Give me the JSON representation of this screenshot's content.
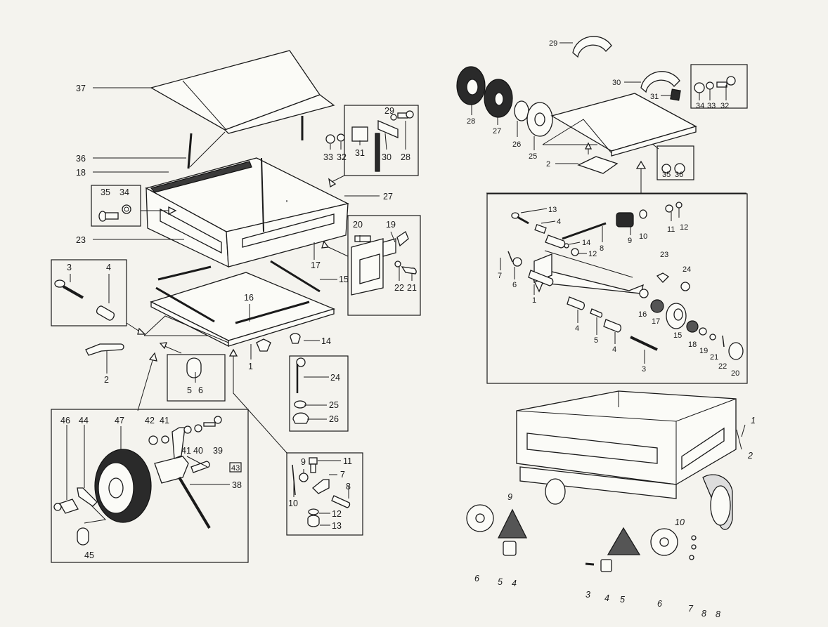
{
  "figure": {
    "title": "Exploded parts diagram — small utility trailer",
    "background": "#f4f3ee",
    "ink": "#1a1a1a"
  },
  "panels": {
    "body_assembly": {
      "callouts": [
        {
          "id": "b37",
          "label": "37",
          "part": "cover"
        },
        {
          "id": "b36",
          "label": "36",
          "part": "cover-support-rod"
        },
        {
          "id": "b18",
          "label": "18",
          "part": "front-panel"
        },
        {
          "id": "b35",
          "label": "35",
          "part": "bolt"
        },
        {
          "id": "b34",
          "label": "34",
          "part": "nut"
        },
        {
          "id": "b23",
          "label": "23",
          "part": "side-panel"
        },
        {
          "id": "b27",
          "label": "27",
          "part": "rear-corner-post"
        },
        {
          "id": "b29",
          "label": "29",
          "part": "washer"
        },
        {
          "id": "b28",
          "label": "28",
          "part": "bolt"
        },
        {
          "id": "b30",
          "label": "30",
          "part": "hinge"
        },
        {
          "id": "b31",
          "label": "31",
          "part": "plate"
        },
        {
          "id": "b33",
          "label": "33",
          "part": "nut"
        },
        {
          "id": "b32",
          "label": "32",
          "part": "spring-washer"
        },
        {
          "id": "b20",
          "label": "20",
          "part": "latch-plate"
        },
        {
          "id": "b19",
          "label": "19",
          "part": "latch"
        },
        {
          "id": "b17",
          "label": "17",
          "part": "tailgate"
        },
        {
          "id": "b22",
          "label": "22",
          "part": "washer"
        },
        {
          "id": "b21",
          "label": "21",
          "part": "screw"
        },
        {
          "id": "b15",
          "label": "15",
          "part": "floor-strip"
        },
        {
          "id": "b16",
          "label": "16",
          "part": "floor-strip"
        },
        {
          "id": "b14",
          "label": "14",
          "part": "rubber-buffer"
        },
        {
          "id": "b1",
          "label": "1",
          "part": "chassis-floor"
        },
        {
          "id": "b3",
          "label": "3",
          "part": "bolt"
        },
        {
          "id": "b4",
          "label": "4",
          "part": "sleeve"
        },
        {
          "id": "b2",
          "label": "2",
          "part": "coupling"
        },
        {
          "id": "b5",
          "label": "5",
          "part": "nut"
        },
        {
          "id": "b6",
          "label": "6",
          "part": "washer"
        },
        {
          "id": "b24",
          "label": "24",
          "part": "hook-bolt"
        },
        {
          "id": "b25",
          "label": "25",
          "part": "washer"
        },
        {
          "id": "b26",
          "label": "26",
          "part": "wing-nut"
        },
        {
          "id": "b9",
          "label": "9",
          "part": "washer"
        },
        {
          "id": "b11",
          "label": "11",
          "part": "bolt"
        },
        {
          "id": "b7",
          "label": "7",
          "part": "bracket"
        },
        {
          "id": "b8",
          "label": "8",
          "part": "pin"
        },
        {
          "id": "b10",
          "label": "10",
          "part": "split-pin"
        },
        {
          "id": "b12",
          "label": "12",
          "part": "spring-washer"
        },
        {
          "id": "b13",
          "label": "13",
          "part": "nut"
        }
      ]
    },
    "jockey_wheel": {
      "callouts": [
        {
          "id": "j46",
          "label": "46",
          "part": "axle-bolt"
        },
        {
          "id": "j44",
          "label": "44",
          "part": "fork"
        },
        {
          "id": "j47",
          "label": "47",
          "part": "wheel"
        },
        {
          "id": "j42",
          "label": "42",
          "part": "nut"
        },
        {
          "id": "j41a",
          "label": "41",
          "part": "washer"
        },
        {
          "id": "j41b",
          "label": "41",
          "part": "washer"
        },
        {
          "id": "j40",
          "label": "40",
          "part": "washer"
        },
        {
          "id": "j39",
          "label": "39",
          "part": "bolt"
        },
        {
          "id": "j43",
          "label": "43",
          "part": "handle-screw",
          "boxed": true
        },
        {
          "id": "j38",
          "label": "38",
          "part": "support-arm"
        },
        {
          "id": "j45",
          "label": "45",
          "part": "nut"
        }
      ]
    },
    "chassis_wheels": {
      "callouts": [
        {
          "id": "c29",
          "label": "29",
          "part": "mudguard"
        },
        {
          "id": "c30",
          "label": "30",
          "part": "mudguard"
        },
        {
          "id": "c31",
          "label": "31",
          "part": "bracket"
        },
        {
          "id": "c34",
          "label": "34",
          "part": "nut"
        },
        {
          "id": "c33",
          "label": "33",
          "part": "washer"
        },
        {
          "id": "c32",
          "label": "32",
          "part": "bolt"
        },
        {
          "id": "c28",
          "label": "28",
          "part": "tyre"
        },
        {
          "id": "c27",
          "label": "27",
          "part": "inner-tube"
        },
        {
          "id": "c26",
          "label": "26",
          "part": "rim-band"
        },
        {
          "id": "c25",
          "label": "25",
          "part": "wheel-rim"
        },
        {
          "id": "c2",
          "label": "2",
          "part": "axle-bracket"
        },
        {
          "id": "c35",
          "label": "35",
          "part": "washer"
        },
        {
          "id": "c36",
          "label": "36",
          "part": "nut"
        }
      ]
    },
    "suspension_arm": {
      "callouts": [
        {
          "id": "s13",
          "label": "13",
          "part": "bolt"
        },
        {
          "id": "s4a",
          "label": "4",
          "part": "bush"
        },
        {
          "id": "s8",
          "label": "8",
          "part": "tie-rod"
        },
        {
          "id": "s9",
          "label": "9",
          "part": "rubber-block"
        },
        {
          "id": "s10",
          "label": "10",
          "part": "washer"
        },
        {
          "id": "s11",
          "label": "11",
          "part": "nut"
        },
        {
          "id": "s12a",
          "label": "12",
          "part": "nut"
        },
        {
          "id": "s14",
          "label": "14",
          "part": "washer"
        },
        {
          "id": "s12b",
          "label": "12",
          "part": "nut"
        },
        {
          "id": "s7",
          "label": "7",
          "part": "split-pin"
        },
        {
          "id": "s6",
          "label": "6",
          "part": "castle-nut"
        },
        {
          "id": "s1",
          "label": "1",
          "part": "swing-arm"
        },
        {
          "id": "s23",
          "label": "23",
          "part": "wheel-stud"
        },
        {
          "id": "s24",
          "label": "24",
          "part": "wheel-nut"
        },
        {
          "id": "s16",
          "label": "16",
          "part": "seal"
        },
        {
          "id": "s17",
          "label": "17",
          "part": "inner-bearing"
        },
        {
          "id": "s15",
          "label": "15",
          "part": "hub"
        },
        {
          "id": "s18",
          "label": "18",
          "part": "outer-bearing"
        },
        {
          "id": "s19",
          "label": "19",
          "part": "washer"
        },
        {
          "id": "s21",
          "label": "21",
          "part": "castle-nut"
        },
        {
          "id": "s22",
          "label": "22",
          "part": "split-pin"
        },
        {
          "id": "s20",
          "label": "20",
          "part": "hub-cap"
        },
        {
          "id": "s4b",
          "label": "4",
          "part": "bush"
        },
        {
          "id": "s5",
          "label": "5",
          "part": "spacer"
        },
        {
          "id": "s4c",
          "label": "4",
          "part": "bush"
        },
        {
          "id": "s3",
          "label": "3",
          "part": "pivot-bolt"
        }
      ]
    },
    "lighting": {
      "callouts": [
        {
          "id": "l1",
          "label": "1",
          "part": "plug"
        },
        {
          "id": "l2",
          "label": "2",
          "part": "cable"
        },
        {
          "id": "l9",
          "label": "9",
          "part": "lamp-bracket"
        },
        {
          "id": "l10",
          "label": "10",
          "part": "lamp-bracket"
        },
        {
          "id": "l6a",
          "label": "6",
          "part": "tail-lamp"
        },
        {
          "id": "l5a",
          "label": "5",
          "part": "reflector-triangle"
        },
        {
          "id": "l4a",
          "label": "4",
          "part": "number-plate-lamp"
        },
        {
          "id": "l3",
          "label": "3",
          "part": "screw"
        },
        {
          "id": "l4b",
          "label": "4",
          "part": "number-plate-lamp"
        },
        {
          "id": "l5b",
          "label": "5",
          "part": "reflector-triangle"
        },
        {
          "id": "l6b",
          "label": "6",
          "part": "tail-lamp"
        },
        {
          "id": "l7",
          "label": "7",
          "part": "bulb"
        },
        {
          "id": "l8a",
          "label": "8",
          "part": "bulb"
        },
        {
          "id": "l8b",
          "label": "8",
          "part": "bulb"
        }
      ]
    }
  }
}
